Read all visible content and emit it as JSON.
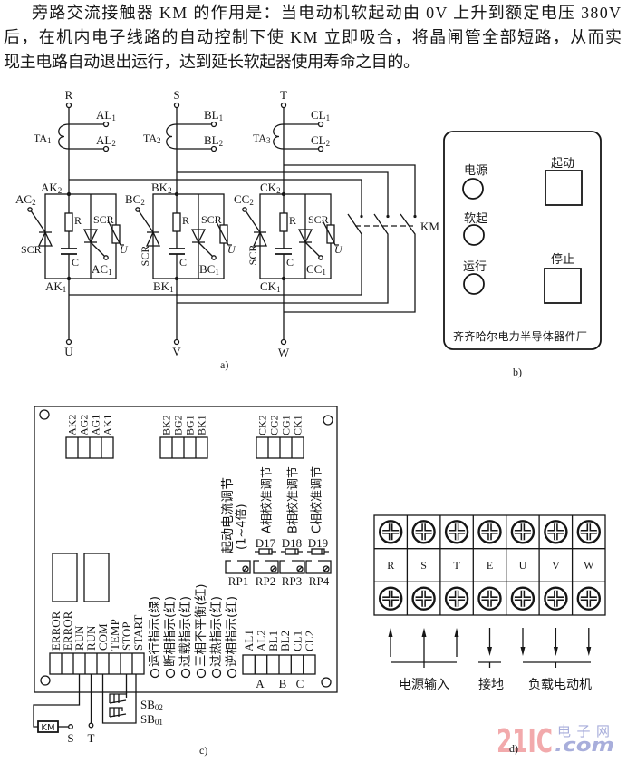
{
  "colors": {
    "ink": "#161616",
    "paper": "#ffffff",
    "watermark_red": "#f2aaac",
    "watermark_blue": "#a8aedb"
  },
  "document": {
    "paragraph_lines": [
      "旁路交流接触器 KM 的作用是：当电动机软起动由 0V 上升到额定电压 380V",
      "后，在机内电子线路的自动控制下使 KM 立即吸合，将晶闸管全部短路，从而实",
      "现主电路自动退出运行，达到延长软起器使用寿命之目的。"
    ]
  },
  "figure_a": {
    "caption": "a)",
    "contactor_label": "KM",
    "phases": [
      {
        "input": "R",
        "output": "U",
        "ct": {
          "main": "TA",
          "sub": "1"
        },
        "ct_lead_1": {
          "main": "AL",
          "sub": "1"
        },
        "ct_lead_2": {
          "main": "AL",
          "sub": "2"
        },
        "node_top": {
          "main": "AK",
          "sub": "2"
        },
        "node_bottom": {
          "main": "AK",
          "sub": "1"
        },
        "gate_left": {
          "main": "AC",
          "sub": "2"
        },
        "gate_right": {
          "main": "AC",
          "sub": "1"
        },
        "scr_left": "SCR",
        "scr_right": "SCR",
        "resistor": "R",
        "capacitor": "C",
        "varistor": "U"
      },
      {
        "input": "S",
        "output": "V",
        "ct": {
          "main": "TA",
          "sub": "2"
        },
        "ct_lead_1": {
          "main": "BL",
          "sub": "1"
        },
        "ct_lead_2": {
          "main": "BL",
          "sub": "2"
        },
        "node_top": {
          "main": "BK",
          "sub": "2"
        },
        "node_bottom": {
          "main": "BK",
          "sub": "1"
        },
        "gate_left": {
          "main": "BC",
          "sub": "2"
        },
        "gate_right": {
          "main": "BC",
          "sub": "1"
        },
        "scr_left": "SCR",
        "scr_right": "SCR",
        "resistor": "R",
        "capacitor": "C",
        "varistor": "U"
      },
      {
        "input": "T",
        "output": "W",
        "ct": {
          "main": "TA",
          "sub": "3"
        },
        "ct_lead_1": {
          "main": "CL",
          "sub": "1"
        },
        "ct_lead_2": {
          "main": "CL",
          "sub": "2"
        },
        "node_top": {
          "main": "CK",
          "sub": "2"
        },
        "node_bottom": {
          "main": "CK",
          "sub": "1"
        },
        "gate_left": {
          "main": "CC",
          "sub": "2"
        },
        "gate_right": {
          "main": "CC",
          "sub": "1"
        },
        "scr_left": "SCR",
        "scr_right": "SCR",
        "resistor": "R",
        "capacitor": "C",
        "varistor": "U"
      }
    ]
  },
  "figure_b": {
    "caption": "b)",
    "indicators": [
      "电源",
      "软起",
      "运行"
    ],
    "buttons": [
      "起动",
      "停止"
    ],
    "maker": "齐齐哈尔电力半导体器件厂"
  },
  "figure_c": {
    "caption": "c)",
    "gate_connectors": [
      {
        "pins": [
          "AK2",
          "AG2",
          "AG1",
          "AK1"
        ]
      },
      {
        "pins": [
          "BK2",
          "BG2",
          "BG1",
          "BK1"
        ]
      },
      {
        "pins": [
          "CK2",
          "CG2",
          "CG1",
          "CK1"
        ]
      }
    ],
    "adjustments": {
      "start_current": "起动电流调节",
      "start_current_range": "(1~4倍)",
      "phase_a": "A相校准调节",
      "phase_b": "B相校准调节",
      "phase_c": "C相校准调节"
    },
    "diodes": [
      "D17",
      "D18",
      "D19"
    ],
    "potentiometers": [
      "RP1",
      "RP2",
      "RP3",
      "RP4"
    ],
    "control_terminals": [
      "ERROR",
      "ERROR",
      "RUN",
      "RUN",
      "COM",
      "TEMP",
      "STOP",
      "START"
    ],
    "indicator_leds": [
      "运行指示(绿)",
      "断相指示(红)",
      "过载指示(红)",
      "三相不平衡(红)",
      "过热指示(红)",
      "逆相指示(红)"
    ],
    "ct_terminals": [
      "AL1",
      "AL2",
      "BL1",
      "BL2",
      "CL1",
      "CL2"
    ],
    "ct_groups": [
      "A",
      "B",
      "C"
    ],
    "external": {
      "contactor_coil": "KM",
      "supply_terminals": [
        "S",
        "T"
      ],
      "stop_switch": {
        "main": "SB",
        "sub": "02"
      },
      "start_switch": {
        "main": "SB",
        "sub": "01"
      }
    }
  },
  "figure_d": {
    "caption": "d)",
    "terminals": [
      "R",
      "S",
      "T",
      "E",
      "U",
      "V",
      "W"
    ],
    "groups": [
      {
        "label": "电源输入",
        "arrow": "up"
      },
      {
        "label": "接地",
        "arrow": "down"
      },
      {
        "label": "负载电动机",
        "arrow": "down"
      }
    ]
  },
  "watermark": {
    "brand": "21IC",
    "cn": "电子网",
    "domain": ".com"
  }
}
